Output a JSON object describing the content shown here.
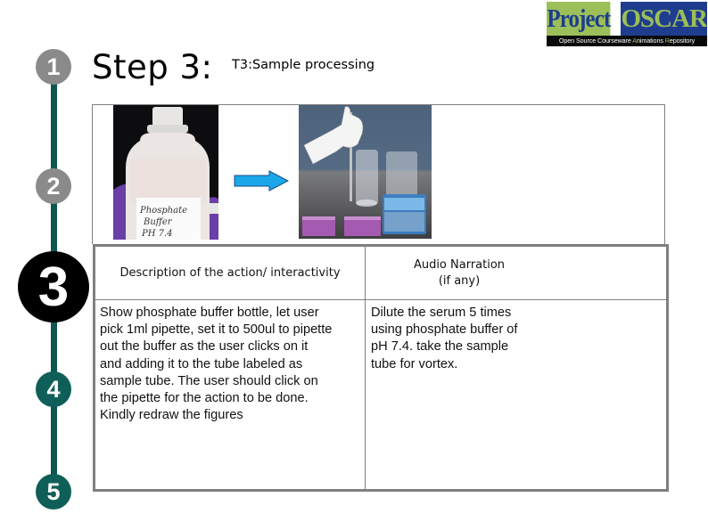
{
  "logo": {
    "word1": "Project",
    "word2": "OSCAR",
    "tagline_parts": [
      "Open Source Courseware ",
      "A",
      "nimations ",
      "R",
      "epository"
    ],
    "colors": {
      "green": "#9bbf59",
      "blue": "#1f3d8f",
      "strip": "#0a0a0a"
    }
  },
  "timeline": {
    "line_color": "#0f5650",
    "steps": [
      {
        "label": "1",
        "state": "done",
        "color": "#8a8a8a"
      },
      {
        "label": "2",
        "state": "done",
        "color": "#8a8a8a"
      },
      {
        "label": "3",
        "state": "current",
        "color": "#000000"
      },
      {
        "label": "4",
        "state": "upcoming",
        "color": "#0f5f58"
      },
      {
        "label": "5",
        "state": "upcoming",
        "color": "#0f5f58"
      }
    ]
  },
  "header": {
    "step_title": "Step 3:",
    "subtitle": "T3:Sample processing"
  },
  "images": {
    "bottle_label_lines": [
      "Phosphate",
      "Buffer",
      "PH 7.4"
    ],
    "arrow_color": "#1aa7ea"
  },
  "table": {
    "headers": {
      "description": "Description of the action/  interactivity",
      "audio_line1": "Audio Narration",
      "audio_line2": "(if any)"
    },
    "rows": [
      {
        "description": "Show phosphate buffer bottle, let user\npick 1ml pipette, set it to 500ul to pipette\nout the buffer as the user clicks on it\nand adding it to the tube labeled as\nsample tube. The user should click on\nthe pipette for the action to be done.\n Kindly redraw the figures",
        "audio": "Dilute the serum 5 times\nusing phosphate buffer of\npH 7.4. take the sample\ntube for vortex."
      }
    ]
  }
}
